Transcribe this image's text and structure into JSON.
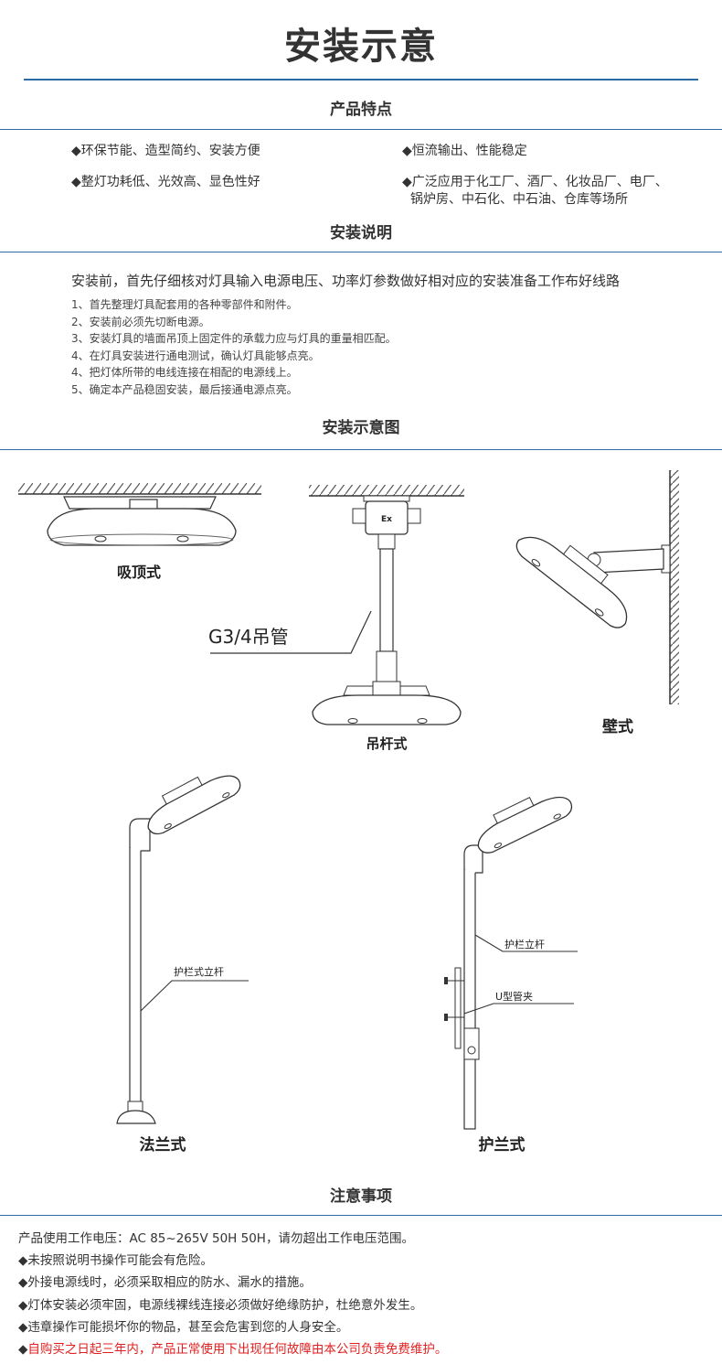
{
  "title": "安装示意",
  "features": {
    "heading": "产品特点",
    "items": [
      "◆环保节能、造型简约、安装方便",
      "◆恒流输出、性能稳定",
      "◆整灯功耗低、光效高、显色性好",
      "◆广泛应用于化工厂、酒厂、化妆品厂、电厂、",
      "锅炉房、中石化、中石油、仓库等场所"
    ]
  },
  "install": {
    "heading": "安装说明",
    "intro": "安装前，首先仔细核对灯具输入电源电压、功率灯参数做好相对应的安装准备工作布好线路",
    "steps": [
      "1、首先整理灯具配套用的各种零部件和附件。",
      "2、安装前必须先切断电源。",
      "3、安装灯具的墙面吊顶上固定件的承载力应与灯具的重量相匹配。",
      "4、在灯具安装进行通电测试，确认灯具能够点亮。",
      "4、把灯体所带的电线连接在相配的电源线上。",
      "5、确定本产品稳固安装，最后接通电源点亮。"
    ]
  },
  "diagram": {
    "heading": "安装示意图",
    "labels": {
      "ceiling": "吸顶式",
      "pipe": "G3/4吊管",
      "pendant": "吊杆式",
      "wall": "壁式",
      "guardrail_pole": "护栏式立杆",
      "flange": "法兰式",
      "guardrail_pole2": "护栏立杆",
      "u_clamp": "U型管夹",
      "guardrail": "护兰式",
      "ex": "Ex"
    }
  },
  "notes": {
    "heading": "注意事项",
    "items": [
      "产品使用工作电压：AC 85~265V 50H 50H，请勿超出工作电压范围。",
      "◆未按照说明书操作可能会有危险。",
      "◆外接电源线时，必须采取相应的防水、漏水的措施。",
      "◆灯体安装必须牢固，电源线裸线连接必须做好绝缘防护，杜绝意外发生。",
      "◆违章操作可能损坏你的物品，甚至会危害到您的人身安全。"
    ],
    "warranty_bullet": "◆",
    "warranty": "自购买之日起三年内，产品正常使用下出现任何故障由本公司负责免费维护。"
  },
  "colors": {
    "accent_line": "#2b6aa2",
    "warranty_text": "#e02020"
  }
}
